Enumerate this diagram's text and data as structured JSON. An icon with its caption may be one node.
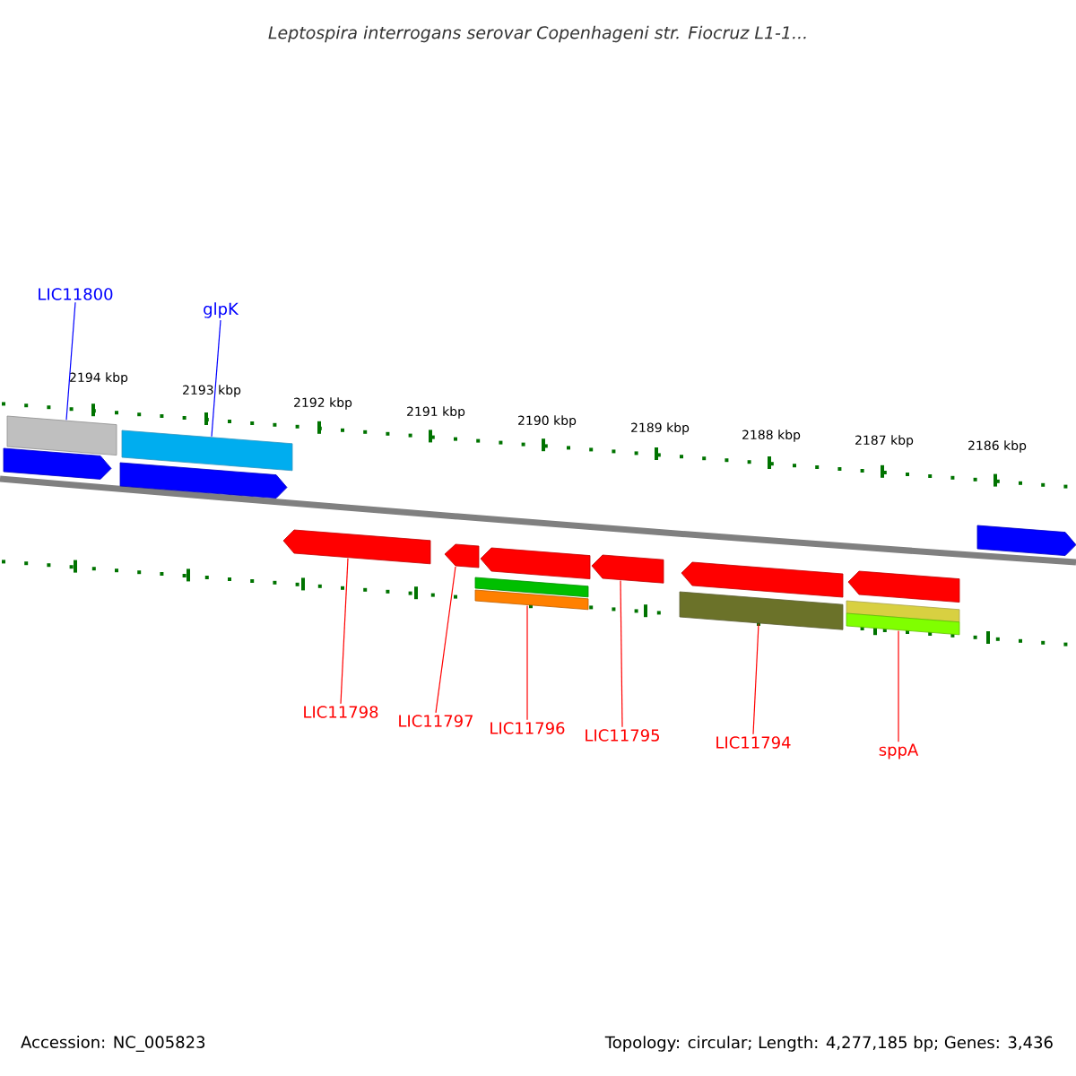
{
  "diagram": {
    "title": "Leptospira interrogans serovar Copenhageni str. Fiocruz L1-1...",
    "nodes": [
      {
        "text": [
          "LIC11800"
        ]
      },
      {
        "text": [
          "glpK"
        ]
      },
      {
        "text": [
          "LIC11798"
        ]
      },
      {
        "text": [
          "LIC11797"
        ]
      },
      {
        "text": [
          "LIC11796"
        ]
      },
      {
        "text": [
          "LIC11795"
        ]
      },
      {
        "text": [
          "LIC11794"
        ]
      },
      {
        "text": [
          "sppA"
        ]
      },
      {
        "text": [],
        "shape": "arrow"
      },
      {
        "text": [],
        "shape": "arrow"
      },
      {
        "text": [],
        "shape": "arrow"
      },
      {
        "text": [],
        "shape": "arrow"
      },
      {
        "text": [],
        "shape": "arrow"
      },
      {
        "text": [],
        "shape": "arrow"
      },
      {
        "text": [],
        "shape": "arrow"
      },
      {
        "text": [],
        "shape": "arrow"
      },
      {
        "text": [],
        "shape": "arrow"
      }
    ],
    "edges": [
      {
        "from": 0,
        "to": 8,
        "arrow": "none",
        "color": "#0000ff"
      },
      {
        "from": 1,
        "to": 9,
        "arrow": "none",
        "color": "#0000ff"
      },
      {
        "from": 2,
        "to": 10,
        "arrow": "none"
      },
      {
        "from": 3,
        "to": 11,
        "arrow": "none"
      },
      {
        "from": 4,
        "to": 12,
        "arrow": "none"
      },
      {
        "from": 5,
        "to": 13,
        "arrow": "none"
      },
      {
        "from": 6,
        "to": 14,
        "arrow": "none"
      },
      {
        "from": 7,
        "to": 15,
        "arrow": "none"
      }
    ],
    "labels": [
      "2194 kbp",
      "2193 kbp",
      "2192 kbp",
      "2191 kbp",
      "2190 kbp",
      "2189 kbp",
      "2188 kbp",
      "2187 kbp",
      "2186 kbp",
      "Accession: NC_005823",
      "Topology: circular; Length: 4,277,185 bp; Genes: 3,436"
    ]
  }
}
